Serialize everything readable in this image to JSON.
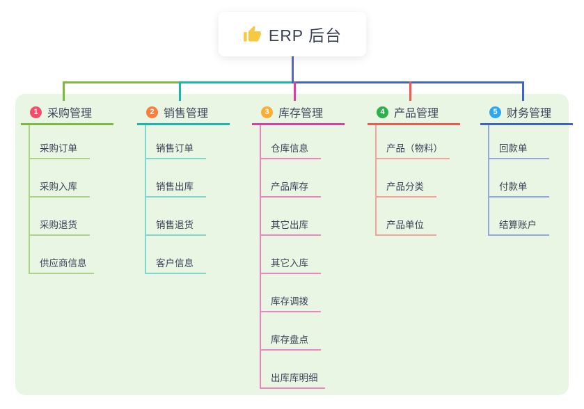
{
  "root": {
    "label": "ERP 后台",
    "icon": "thumbs-up-icon",
    "icon_color": "#F7C843"
  },
  "branches": [
    {
      "badge": "1",
      "label": "采购管理",
      "color": "#7CB93E",
      "light_color": "#ABD489",
      "badge_color": "#F34D6B",
      "children": [
        "采购订单",
        "采购入库",
        "采购退货",
        "供应商信息"
      ]
    },
    {
      "badge": "2",
      "label": "销售管理",
      "color": "#17B6AE",
      "light_color": "#7ED6CD",
      "badge_color": "#F87E3E",
      "children": [
        "销售订单",
        "销售出库",
        "销售退货",
        "客户信息"
      ]
    },
    {
      "badge": "3",
      "label": "库存管理",
      "color": "#DF3C9F",
      "light_color": "#F084C3",
      "badge_color": "#FBAE33",
      "children": [
        "仓库信息",
        "产品库存",
        "其它出库",
        "其它入库",
        "库存调拨",
        "库存盘点",
        "出库库明细"
      ]
    },
    {
      "badge": "4",
      "label": "产品管理",
      "color": "#F4574D",
      "light_color": "#F8A29B",
      "badge_color": "#2DB14D",
      "children": [
        "产品（物料）",
        "产品分类",
        "产品单位"
      ]
    },
    {
      "badge": "5",
      "label": "财务管理",
      "color": "#3E63C9",
      "light_color": "#93A8DD",
      "badge_color": "#2EA7EC",
      "children": [
        "回款单",
        "付款单",
        "结算账户"
      ]
    }
  ],
  "colors": {
    "root_connector": "#5565C2",
    "panel_background": "#E9F6E3",
    "canvas_background": "#FFFFFF",
    "text": "#3B4358"
  }
}
